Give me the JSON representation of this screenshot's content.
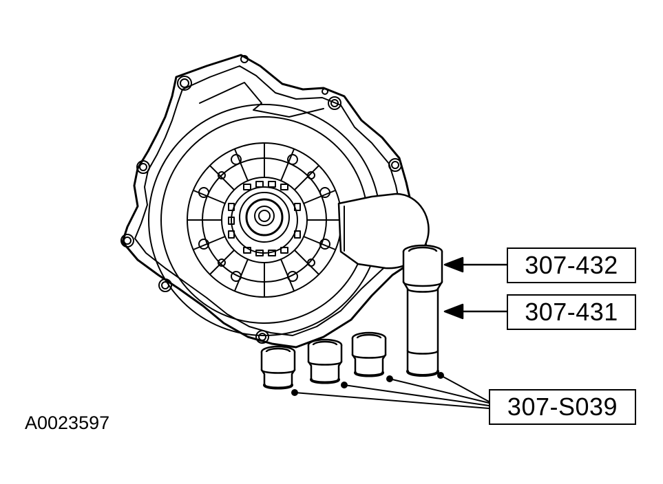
{
  "callouts": {
    "tool_432": "307-432",
    "tool_431": "307-431",
    "tool_s039": "307-S039"
  },
  "figure_id": "A0023597"
}
